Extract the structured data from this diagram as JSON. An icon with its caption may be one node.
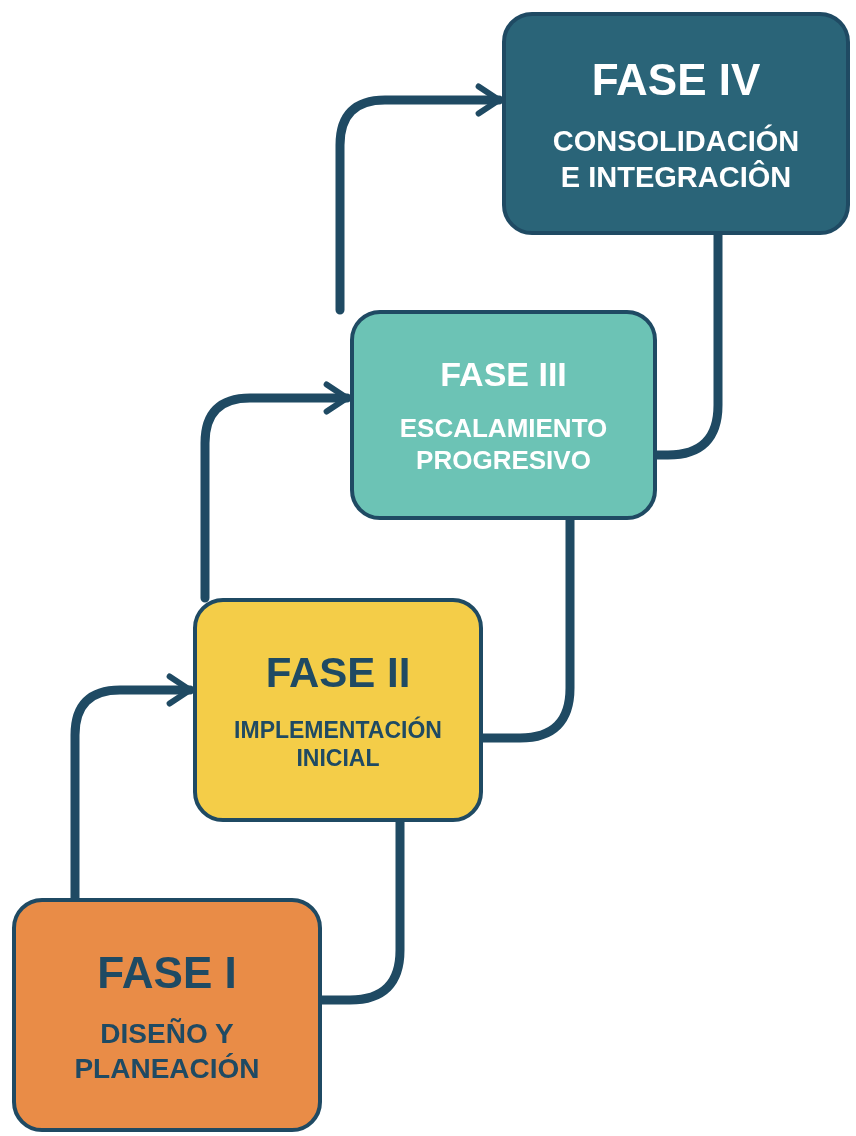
{
  "diagram": {
    "nodes": [
      {
        "text": [
          "FASE I",
          "DISEÑO Y PLANEACIÓN"
        ]
      },
      {
        "text": [
          "FASE II",
          "IMPLEMENTACIÓN INICIAL"
        ]
      },
      {
        "text": [
          "FASE III",
          "ESCALAMIENTO PROGRESIVO"
        ]
      },
      {
        "text": [
          "FASE IV",
          "CONSOLIDACIÓN E INTEGRACIÔN"
        ]
      }
    ],
    "edges": [
      {
        "from": 0,
        "to": 1,
        "arrow": "to"
      },
      {
        "from": 0,
        "to": 1,
        "arrow": "none"
      },
      {
        "from": 1,
        "to": 2,
        "arrow": "to"
      },
      {
        "from": 1,
        "to": 2,
        "arrow": "none"
      },
      {
        "from": 2,
        "to": 3,
        "arrow": "to"
      },
      {
        "from": 2,
        "to": 3,
        "arrow": "none"
      }
    ]
  }
}
